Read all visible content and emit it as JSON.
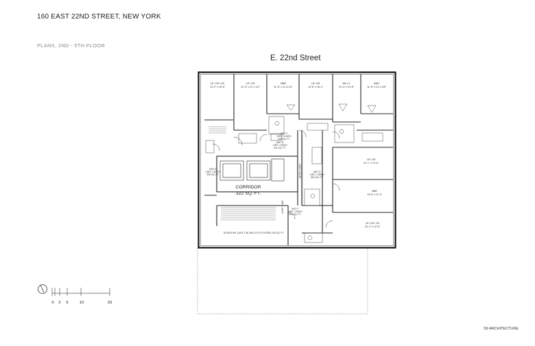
{
  "header": {
    "title": "160 EAST 22ND STREET, NEW YORK",
    "subtitle": "PLANS, 2ND - 5TH FLOOR",
    "street": "E. 22nd Street"
  },
  "footer": {
    "firm": "S9 ARCHITECTURE"
  },
  "plan": {
    "corridor": {
      "name": "CORRIDOR",
      "area": "322 SQ. FT."
    },
    "top_rooms": [
      {
        "name": "LR / DR / DK",
        "dims": "13'-0\" x 16'-6\""
      },
      {
        "name": "LR / DR",
        "dims": "12'-0\" x 21'-1 1/2\""
      },
      {
        "name": "MBR",
        "dims": "11'-6\" x 11'-6 1/2\""
      },
      {
        "name": "LR / DR",
        "dims": "13'-6\" x 18'-4\""
      },
      {
        "name": "BR # 2",
        "dims": "10'-4\" x 10'-8\""
      },
      {
        "name": "MBR",
        "dims": "11'-6\" x 13'-1 5/8\""
      }
    ],
    "right_rooms": [
      {
        "name": "LR / DR",
        "dims": "22'-1\" x 10'-6\""
      },
      {
        "name": "MBR",
        "dims": "14'-6\" x 11'-6\""
      },
      {
        "name": "LR / DR / DK",
        "dims": "20'-4\" x 12'-8\""
      }
    ],
    "units": [
      {
        "id": "UNIT A",
        "type": "0 BR / 1 BATH",
        "area": "396 SQ. FT."
      },
      {
        "id": "UNIT B",
        "type": "1 BR / 1 BATH",
        "area": "611 SQ. FT."
      },
      {
        "id": "UNIT C",
        "type": "2 BR / 2 BATH",
        "area": "845 SQ. FT."
      },
      {
        "id": "UNIT D",
        "type": "1 BR / 1 BATH",
        "area": "564 SQ. FT."
      },
      {
        "id": "UNIT F",
        "type": "0 BR / 1 BATH",
        "area": "534 SQ. FT."
      }
    ],
    "special": "BOILER RM. (UNIT E @ 2ND & 4TH FLOORS) 415 SQ. FT.",
    "side_labels": [
      "LIGHT COURT",
      "LIGHT & AIR"
    ]
  },
  "scale_bar": {
    "labels": [
      "0",
      "2",
      "5",
      "10",
      "20"
    ]
  }
}
